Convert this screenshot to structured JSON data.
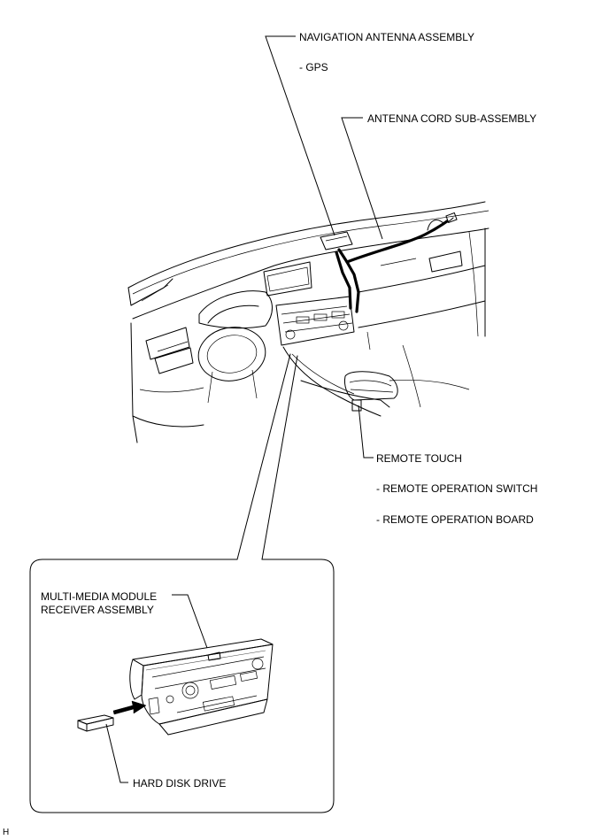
{
  "labels": {
    "nav_antenna": "NAVIGATION ANTENNA ASSEMBLY",
    "nav_antenna_sub": "- GPS",
    "antenna_cord": "ANTENNA CORD SUB-ASSEMBLY",
    "remote_touch": "REMOTE TOUCH",
    "remote_touch_sub1": "- REMOTE OPERATION SWITCH",
    "remote_touch_sub2": "- REMOTE OPERATION BOARD",
    "receiver_line1": "MULTI-MEDIA MODULE",
    "receiver_line2": "RECEIVER ASSEMBLY",
    "hard_disk": "HARD DISK DRIVE",
    "corner_mark": "H"
  }
}
